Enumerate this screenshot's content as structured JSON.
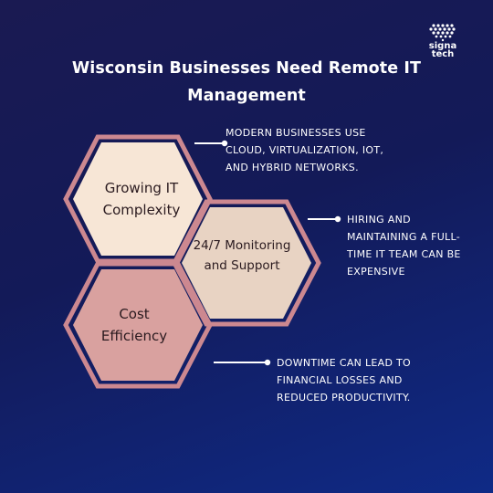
{
  "title": "Wisconsin Businesses Need Remote IT Management",
  "logo": {
    "name": "signatech-logo",
    "text": "signa\ntech"
  },
  "colors": {
    "hex_growing": "#f7e6d6",
    "hex_monitoring": "#e8d3c3",
    "hex_cost": "#d9a19f",
    "hex_border": "#cc8890",
    "text_dark": "#2a1a1f",
    "text_light": "#ffffff"
  },
  "hexagons": [
    {
      "label": "Growing IT Complexity"
    },
    {
      "label": "24/7 Monitoring and Support"
    },
    {
      "label": "Cost Efficiency"
    }
  ],
  "notes": [
    {
      "text": "MODERN BUSINESSES USE CLOUD, VIRTUALIZATION, IOT, AND HYBRID NETWORKS."
    },
    {
      "text": "HIRING AND MAINTAINING A FULL-TIME IT TEAM CAN BE EXPENSIVE"
    },
    {
      "text": "DOWNTIME CAN LEAD TO FINANCIAL LOSSES AND REDUCED PRODUCTIVITY."
    }
  ]
}
